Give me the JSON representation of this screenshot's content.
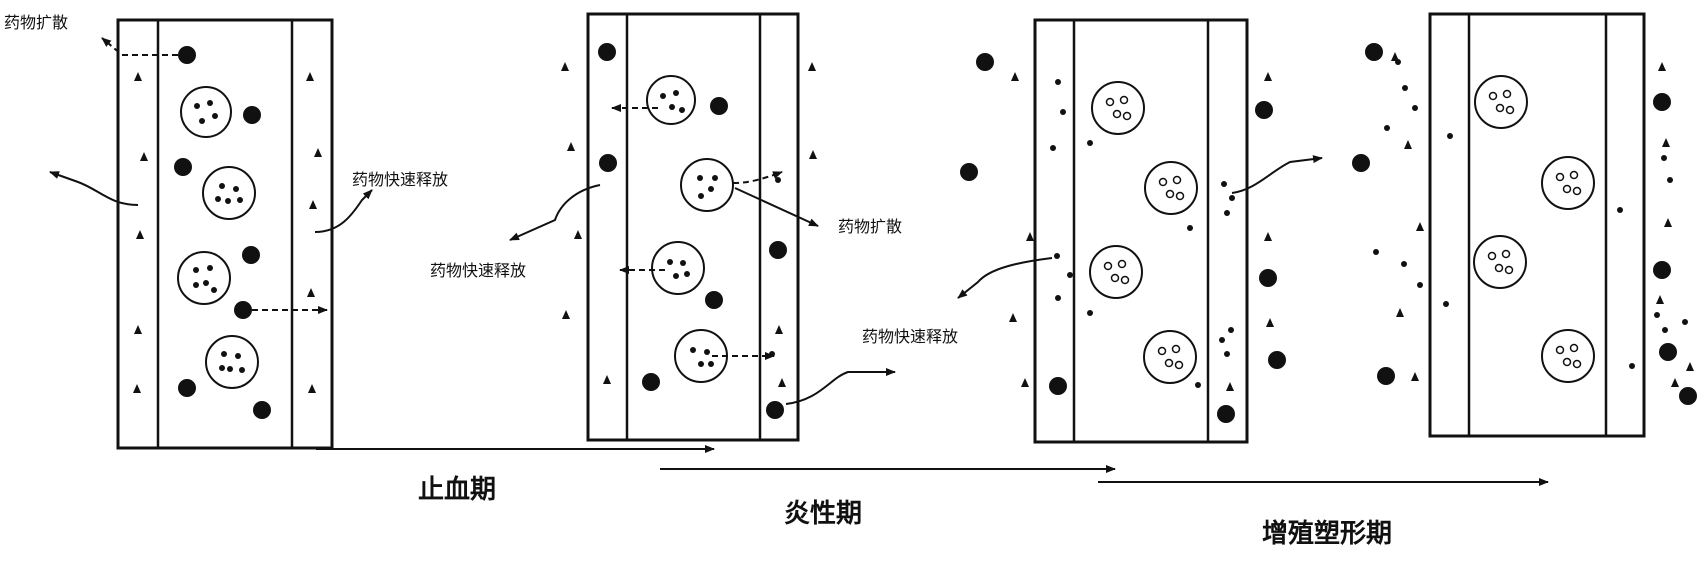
{
  "labels": {
    "drug_diffusion": "药物扩散",
    "drug_rapid_release": "药物快速释放"
  },
  "phases": {
    "hemostasis": "止血期",
    "inflammation": "炎性期",
    "proliferation_remodeling": "增殖塑形期"
  },
  "colors": {
    "ink": "#111111",
    "background": "#ffffff"
  }
}
